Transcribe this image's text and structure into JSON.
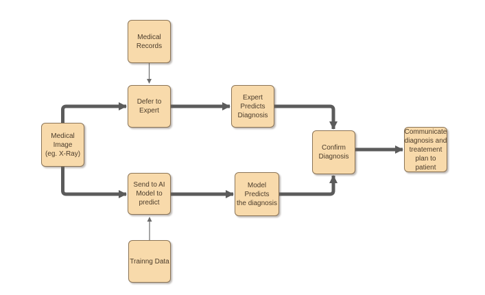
{
  "diagram": {
    "title": "Medical diagnosis AI workflow flowchart",
    "nodes": [
      {
        "id": "medical-records",
        "label": "Medical\nRecords"
      },
      {
        "id": "defer-to-expert",
        "label": "Defer to Expert"
      },
      {
        "id": "expert-predicts-diagnosis",
        "label": "Expert\nPredicts\nDiagnosis"
      },
      {
        "id": "medical-image",
        "label": "Medical Image\n(eg. X-Ray)"
      },
      {
        "id": "send-to-ai-model",
        "label": "Send to AI\nModel to\npredict"
      },
      {
        "id": "model-predicts-diagnosis",
        "label": "Model Predicts\nthe diagnosis"
      },
      {
        "id": "training-data",
        "label": "Trainng Data"
      },
      {
        "id": "confirm-diagnosis",
        "label": "Confirm\nDiagnosis"
      },
      {
        "id": "communicate-plan",
        "label": "Communicate\ndiagnosis and\ntreatement\nplan to patient"
      }
    ],
    "edges": [
      {
        "from": "medical-records",
        "to": "defer-to-expert",
        "style": "thin-arrow"
      },
      {
        "from": "medical-image",
        "to": "defer-to-expert",
        "style": "thick-arrow"
      },
      {
        "from": "medical-image",
        "to": "send-to-ai-model",
        "style": "thick-arrow"
      },
      {
        "from": "defer-to-expert",
        "to": "expert-predicts-diagnosis",
        "style": "thick-arrow"
      },
      {
        "from": "expert-predicts-diagnosis",
        "to": "confirm-diagnosis",
        "style": "thick-arrow"
      },
      {
        "from": "send-to-ai-model",
        "to": "model-predicts-diagnosis",
        "style": "thick-arrow"
      },
      {
        "from": "model-predicts-diagnosis",
        "to": "confirm-diagnosis",
        "style": "thick-arrow"
      },
      {
        "from": "training-data",
        "to": "send-to-ai-model",
        "style": "thin-arrow"
      },
      {
        "from": "confirm-diagnosis",
        "to": "communicate-plan",
        "style": "thick-arrow"
      }
    ],
    "colors": {
      "background": "#ffffff",
      "node_fill": "#f8daab",
      "node_border": "#8a7355",
      "node_text": "#4a3b2a",
      "edge_thick": "#5b5b5b",
      "edge_thin": "#6b6b6b"
    }
  }
}
